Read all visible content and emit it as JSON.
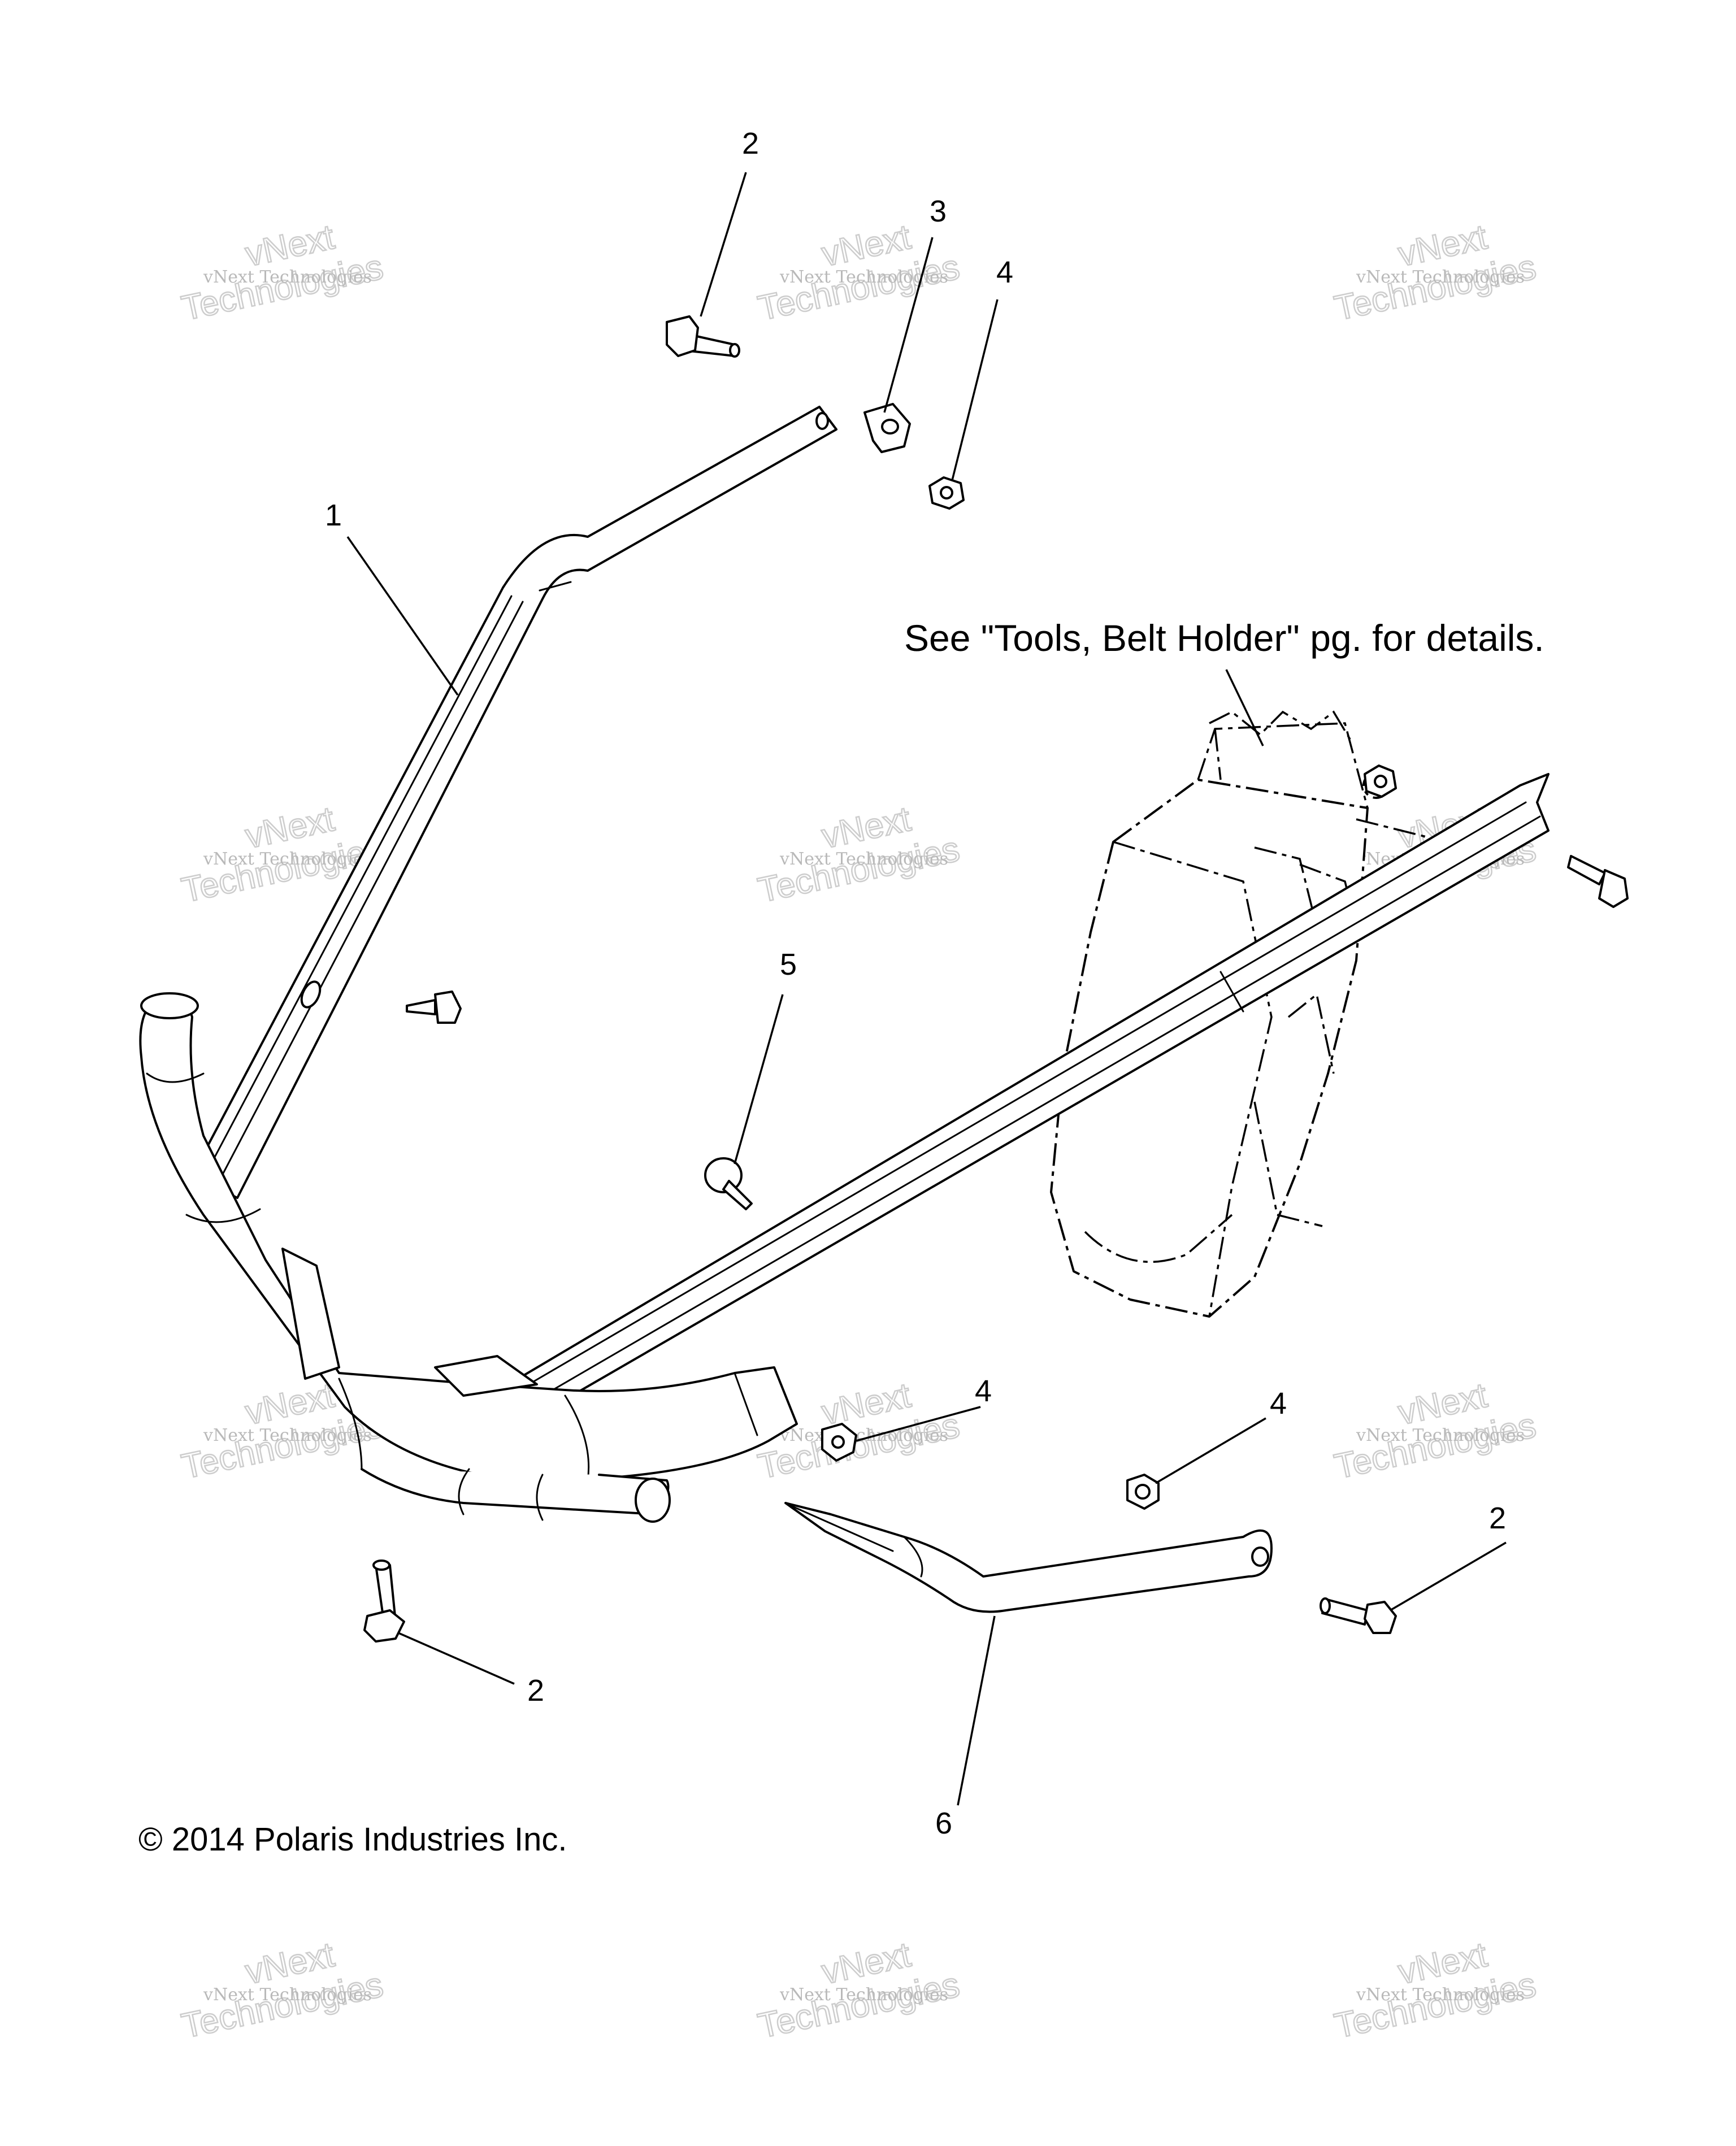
{
  "callouts": [
    {
      "id": "2",
      "label": "2"
    },
    {
      "id": "3",
      "label": "3"
    },
    {
      "id": "4",
      "label": "4"
    },
    {
      "id": "1",
      "label": "1"
    },
    {
      "id": "5",
      "label": "5"
    },
    {
      "id": "4b",
      "label": "4"
    },
    {
      "id": "4c",
      "label": "4"
    },
    {
      "id": "2b",
      "label": "2"
    },
    {
      "id": "2c",
      "label": "2"
    },
    {
      "id": "6",
      "label": "6"
    }
  ],
  "note": "See \"Tools, Belt Holder\" pg. for details.",
  "copyright": "© 2014 Polaris Industries Inc.",
  "watermark": {
    "brand": "vNext Technologies",
    "word1": "vNext",
    "word2": "Technologies"
  }
}
